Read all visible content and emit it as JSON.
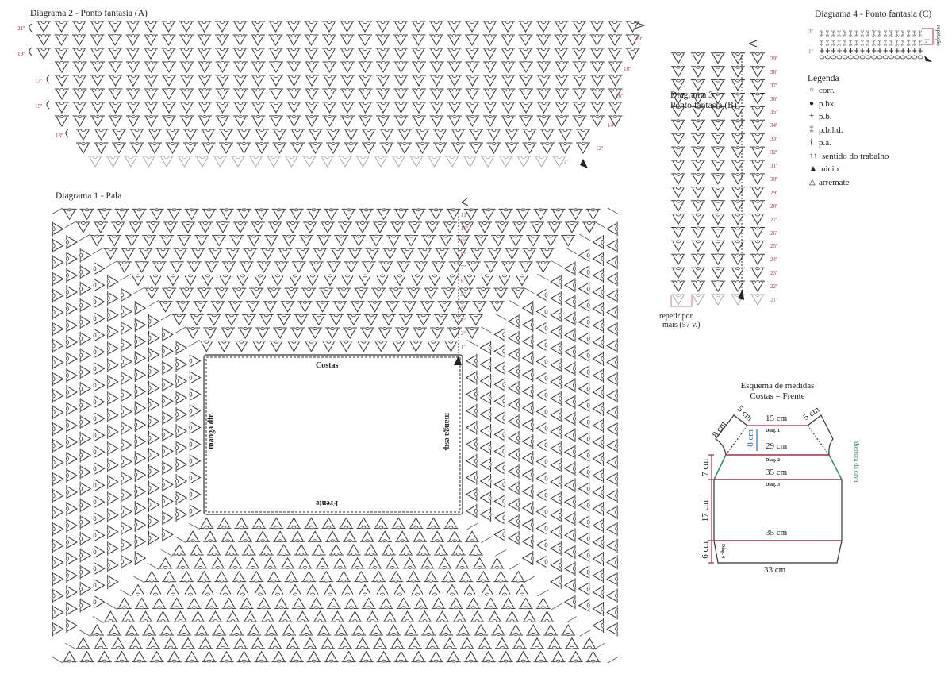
{
  "diagram2": {
    "title": "Diagrama 2 - Ponto fantasia (A)",
    "rows": [
      "21º",
      "20º",
      "19º",
      "18º",
      "17º",
      "16º",
      "15º",
      "14º",
      "13º",
      "12º",
      "11º"
    ]
  },
  "diagram1": {
    "title": "Diagrama 1 - Pala",
    "costas": "Costas",
    "frente": "Frente",
    "manga_dir": "manga dir.",
    "manga_esq": "manga esq.",
    "rows": [
      "1º",
      "2º",
      "3º",
      "4º",
      "5º",
      "6º",
      "7º",
      "8º",
      "9º",
      "10º",
      "11º"
    ]
  },
  "diagram3": {
    "title_line1": "Diagrama 3 -",
    "title_line2": "Ponto fantasia (B)",
    "rows": [
      "21º",
      "22º",
      "23º",
      "24º",
      "25º",
      "26º",
      "27º",
      "28º",
      "29º",
      "30º",
      "31º",
      "32º",
      "33º",
      "34º",
      "35º",
      "36º",
      "37º",
      "38º",
      "39º"
    ],
    "repeat_line1": "repetir por",
    "repeat_line2": "mais (57 v.)"
  },
  "diagram4": {
    "title": "Diagrama 4 - Ponto fantasia (C)",
    "rows": [
      "1º",
      "2º",
      "3º"
    ],
    "repeat_label": "repetição"
  },
  "legend": {
    "title": "Legenda",
    "items": [
      {
        "icon": "chain-icon",
        "symbol": "○",
        "label": "corr."
      },
      {
        "icon": "slip-stitch-icon",
        "symbol": "●",
        "label": "p.bx."
      },
      {
        "icon": "single-crochet-icon",
        "symbol": "+",
        "label": "p.b."
      },
      {
        "icon": "back-loop-sc-icon",
        "symbol": "ᛯ",
        "label": "p.b.l.d."
      },
      {
        "icon": "double-crochet-icon",
        "symbol": "†",
        "label": "p.a."
      },
      {
        "icon": "direction-arrows-icon",
        "symbol": "↑↑",
        "label": "sentido do trabalho"
      },
      {
        "icon": "start-arrow-icon",
        "symbol": "▲",
        "label": "inicio"
      },
      {
        "icon": "finish-arrow-icon",
        "symbol": "△",
        "label": "arremate"
      }
    ],
    "colors": {
      "accent_red": "#a0304a",
      "green": "#2e8b6a",
      "blue": "#3a6f9a"
    }
  },
  "schematic": {
    "title_line1": "Esquema de medidas",
    "title_line2": "Costas = Frente",
    "neck": "15 cm",
    "shoulder_left": "5 cm",
    "shoulder_right": "5 cm",
    "armhole_left": "8 cm",
    "yoke_height": "8 cm",
    "diag1": "Diag. 1",
    "width_29": "29 cm",
    "diag2": "Diag. 2",
    "width_35_top": "35 cm",
    "diag3": "Diag. 3",
    "width_35_bottom": "35 cm",
    "diag4": "Diag. 4",
    "width_33": "33 cm",
    "h7": "7 cm",
    "h17": "17 cm",
    "h6": "6 cm",
    "armhole_opening": "abertura da cava"
  }
}
